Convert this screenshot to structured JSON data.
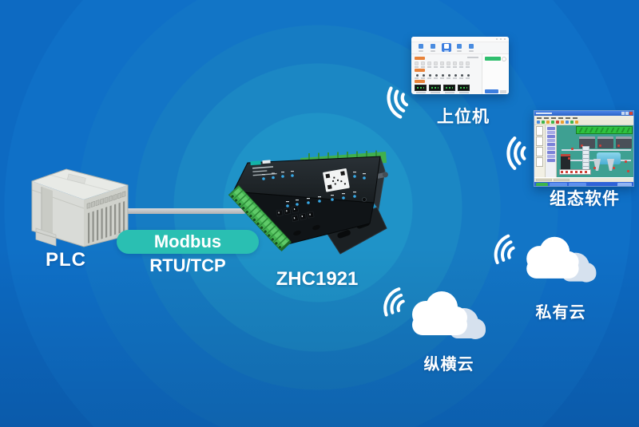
{
  "nodes": {
    "plc": {
      "label": "PLC"
    },
    "gateway": {
      "label": "ZHC1921"
    },
    "link_badge": {
      "label": "Modbus RTU/TCP",
      "color": "#2abfb2"
    },
    "upper_machine": {
      "label": "上位机"
    },
    "scada_software": {
      "label": "组态软件"
    },
    "private_cloud": {
      "label": "私有云"
    },
    "zongheng_cloud": {
      "label": "纵横云"
    }
  },
  "colors": {
    "background_blue": "#1275c6",
    "ripple_inner_teal": "#1f93c8",
    "badge_teal": "#2abfb2",
    "terminal_green": "#46b552",
    "label_text": "#ffffff"
  }
}
